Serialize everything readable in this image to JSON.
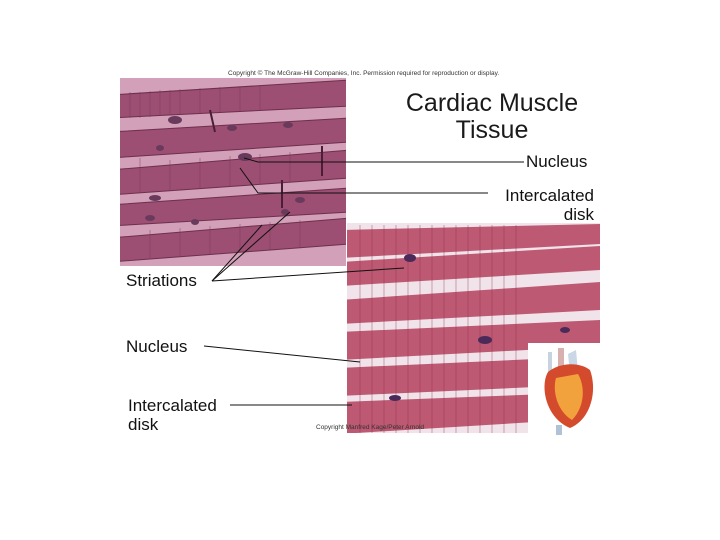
{
  "copyright_top": "Copyright © The McGraw-Hill Companies, Inc. Permission required for reproduction or display.",
  "title_line1": "Cardiac Muscle",
  "title_line2": "Tissue",
  "labels": {
    "nucleus_right": "Nucleus",
    "intercalated_right_line1": "Intercalated",
    "intercalated_right_line2": "disk",
    "striations": "Striations",
    "nucleus_left": "Nucleus",
    "intercalated_left_line1": "Intercalated",
    "intercalated_left_line2": "disk"
  },
  "photo_credit": "Copyright Manfred Kage/Peter Arnold",
  "colors": {
    "drawing_bg": "#c98aa8",
    "fiber": "#9c4f72",
    "micrograph_bg": "#f0e4ea",
    "micrograph_fiber": "#b84a66",
    "leader_line": "#111111"
  }
}
